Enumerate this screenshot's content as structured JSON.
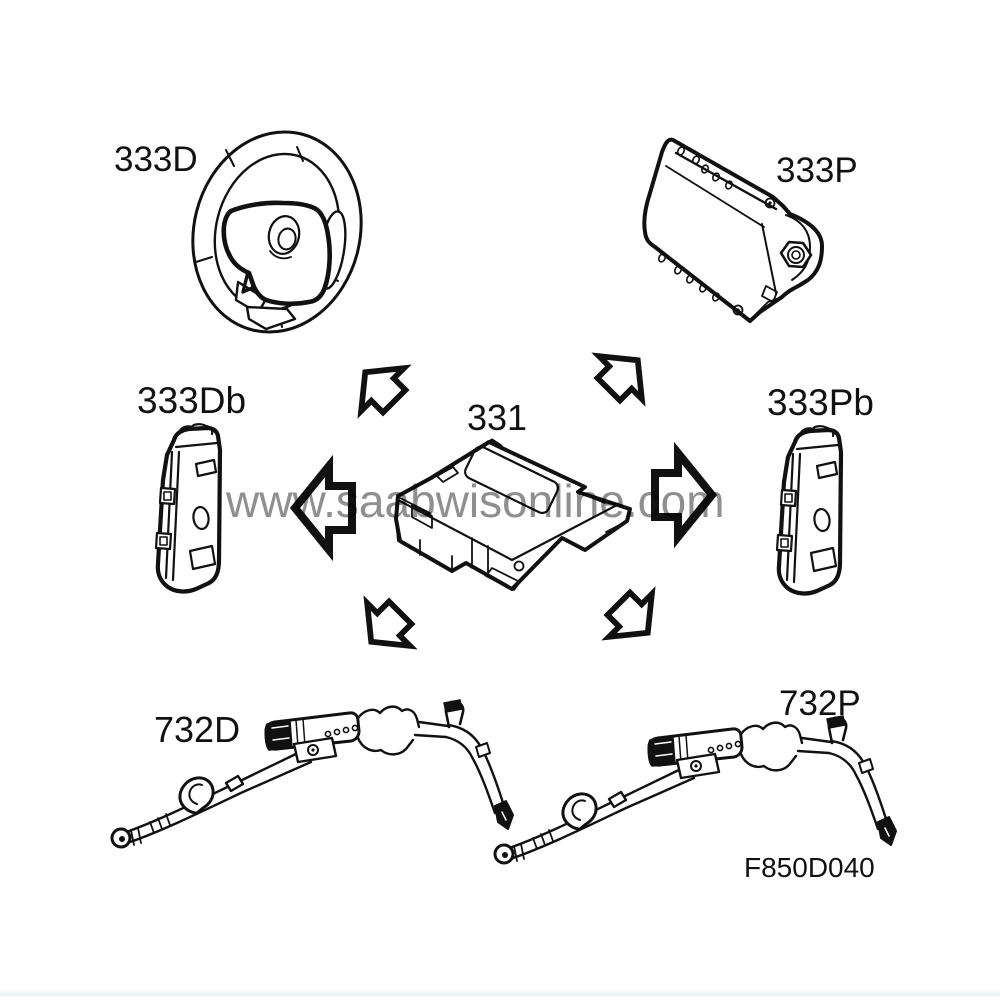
{
  "diagram": {
    "watermark": "www.saabwisonline.com",
    "figure_code": "F850D040",
    "parts": [
      {
        "code": "333D"
      },
      {
        "code": "333P"
      },
      {
        "code": "333Db"
      },
      {
        "code": "331"
      },
      {
        "code": "333Pb"
      },
      {
        "code": "732D"
      },
      {
        "code": "732P"
      }
    ],
    "arrow_icons": [
      "up-left",
      "up-right",
      "left",
      "right",
      "down-left",
      "down-right"
    ],
    "colors": {
      "line": "#111111",
      "watermark_gray": "#8f8f8f",
      "background": "#ffffff",
      "bottom_edge": "#e4f1f5"
    }
  }
}
